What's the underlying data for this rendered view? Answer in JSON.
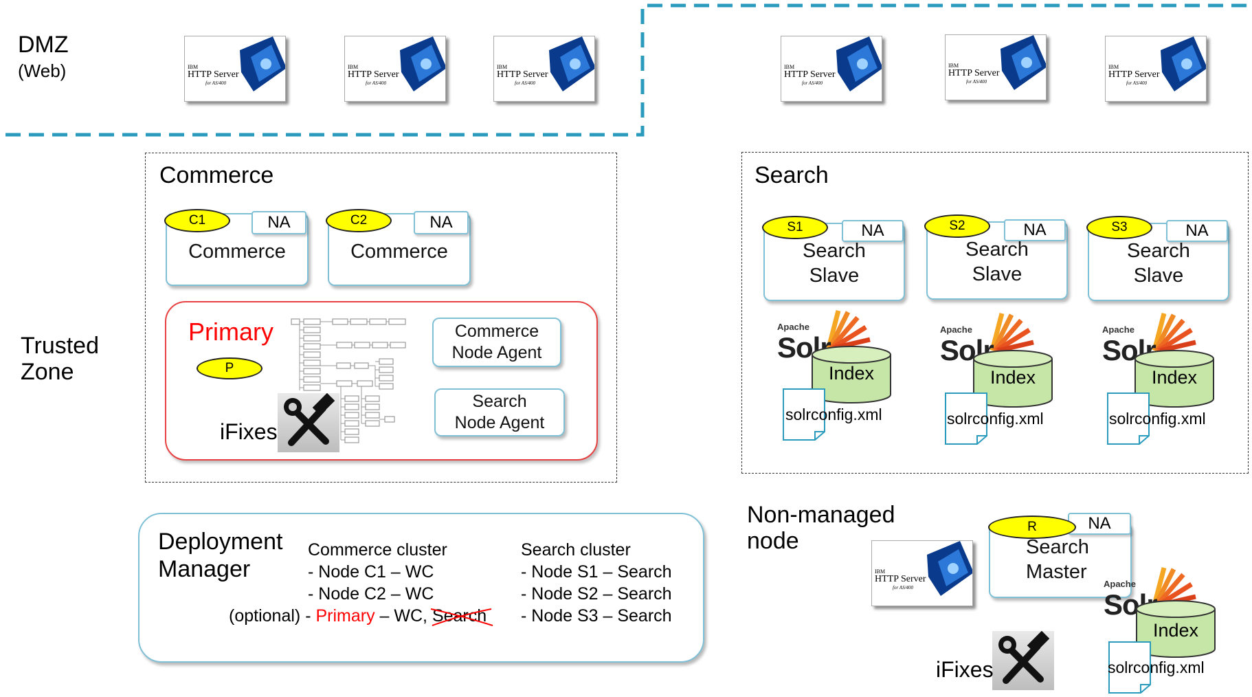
{
  "zones": {
    "dmz_title": "DMZ",
    "dmz_sub": "(Web)",
    "trusted_line1": "Trusted",
    "trusted_line2": "Zone",
    "nonmanaged_line1": "Non-managed",
    "nonmanaged_line2": "node"
  },
  "http_server": {
    "brand": "IBM",
    "name": "HTTP Server",
    "platform": "for AS/400"
  },
  "commerce": {
    "title": "Commerce",
    "nodes": [
      {
        "badge": "C1",
        "na": "NA",
        "label": "Commerce"
      },
      {
        "badge": "C2",
        "na": "NA",
        "label": "Commerce"
      }
    ],
    "primary": {
      "label": "Primary",
      "badge": "P",
      "ifixes": "iFixes",
      "agents": [
        {
          "line1": "Commerce",
          "line2": "Node Agent"
        },
        {
          "line1": "Search",
          "line2": "Node Agent"
        }
      ]
    }
  },
  "search": {
    "title": "Search",
    "slaves": [
      {
        "badge": "S1",
        "na": "NA",
        "line1": "Search",
        "line2": "Slave"
      },
      {
        "badge": "S2",
        "na": "NA",
        "line1": "Search",
        "line2": "Slave"
      },
      {
        "badge": "S3",
        "na": "NA",
        "line1": "Search",
        "line2": "Slave"
      }
    ],
    "solr_apache": "Apache",
    "solr_word": "Solr",
    "index_label": "Index",
    "config_file": "solrconfig.xml"
  },
  "nonmanaged": {
    "master": {
      "badge": "R",
      "na": "NA",
      "line1": "Search",
      "line2": "Master"
    },
    "ifixes": "iFixes"
  },
  "deployment_manager": {
    "title_line1": "Deployment",
    "title_line2": "Manager",
    "commerce_cluster": {
      "heading": "Commerce cluster",
      "rows": [
        "- Node C1 – WC",
        "- Node C2 – WC"
      ],
      "optional_prefix": "(optional)",
      "optional_dash": "-",
      "optional_primary": "Primary",
      "optional_rest": "– WC,",
      "optional_struck": "Search"
    },
    "search_cluster": {
      "heading": "Search cluster",
      "rows": [
        "- Node S1 – Search",
        "- Node S2 – Search",
        "- Node S3 – Search"
      ]
    }
  },
  "colors": {
    "dmz_dash": "#2a9bbd",
    "node_border": "#7fc0d6",
    "badge_fill": "#ffff00",
    "primary_border": "#e84040",
    "index_fill": "#c6e6a8",
    "highlight_red": "#ff0000"
  }
}
